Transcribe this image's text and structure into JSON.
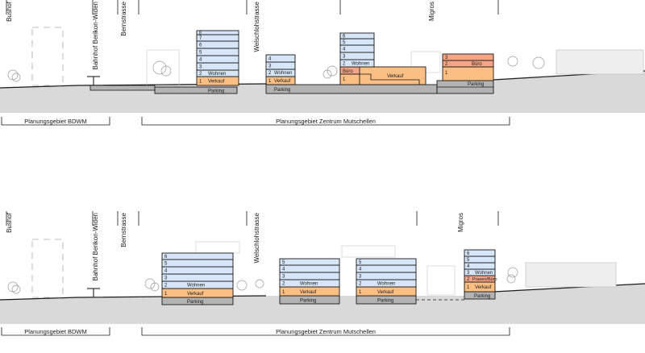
{
  "colors": {
    "wohnen": "#d6e6f8",
    "verkauf": "#fbbf83",
    "buero": "#f6a486",
    "parking": "#b3b3b3",
    "ground": "#d9d9d9",
    "outline": "#1a1a1a",
    "context": "#dcdcdc"
  },
  "sections": [
    {
      "id": "existing",
      "street_labels": [
        {
          "id": "bushof",
          "text": "Bushof"
        },
        {
          "id": "bahnhof",
          "text": "Bahnhof Berikon-Widen"
        },
        {
          "id": "bernstrasse",
          "text": "Bernstrasse"
        },
        {
          "id": "welschlohstrasse",
          "text": "Welschlohstrasse"
        },
        {
          "id": "migros",
          "text": "Migros"
        }
      ],
      "buildings": [
        {
          "id": "b1",
          "floors": [
            {
              "n": "1",
              "use": "Verkauf"
            },
            {
              "n": "2",
              "use": "Wohnen"
            },
            {
              "n": "3",
              "use": ""
            },
            {
              "n": "4",
              "use": ""
            },
            {
              "n": "5",
              "use": ""
            },
            {
              "n": "6",
              "use": ""
            },
            {
              "n": "7",
              "use": ""
            },
            {
              "n": "8",
              "use": ""
            }
          ],
          "parking": "Parking"
        },
        {
          "id": "b2",
          "floors": [
            {
              "n": "1",
              "use": "Verkauf"
            },
            {
              "n": "2",
              "use": "Wohnen"
            },
            {
              "n": "3",
              "use": ""
            },
            {
              "n": "4",
              "use": ""
            }
          ],
          "parking": "Parking"
        },
        {
          "id": "b3",
          "floors": [
            {
              "n": "1",
              "use": ""
            },
            {
              "n": "2",
              "use": "Wohnen"
            },
            {
              "n": "3",
              "use": ""
            },
            {
              "n": "4",
              "use": ""
            },
            {
              "n": "5",
              "use": ""
            },
            {
              "n": "6",
              "use": ""
            }
          ],
          "annex_buero": "Büro",
          "annex_verkauf": "Verkauf"
        },
        {
          "id": "b4",
          "floors": [
            {
              "n": "1",
              "use": ""
            },
            {
              "n": "2",
              "use": "Büro"
            },
            {
              "n": "3",
              "use": ""
            }
          ],
          "parking": "Parking"
        }
      ],
      "zones": [
        {
          "id": "bdwm",
          "label": "Planungsgebiet BDWM"
        },
        {
          "id": "zentrum",
          "label": "Planungsgebiet Zentrum Mutschellen"
        }
      ]
    },
    {
      "id": "proposed",
      "street_labels": [
        {
          "id": "bushof",
          "text": "Bushof"
        },
        {
          "id": "bahnhof",
          "text": "Bahnhof Berikon-Widen"
        },
        {
          "id": "bernstrasse",
          "text": "Bernstrasse"
        },
        {
          "id": "welschlohstrasse",
          "text": "Welschlohstrasse"
        },
        {
          "id": "migros",
          "text": "Migros"
        }
      ],
      "buildings": [
        {
          "id": "p1",
          "floors": [
            {
              "n": "1",
              "use": "Verkauf"
            },
            {
              "n": "2",
              "use": "Wohnen"
            },
            {
              "n": "3",
              "use": ""
            },
            {
              "n": "4",
              "use": ""
            },
            {
              "n": "5",
              "use": ""
            },
            {
              "n": "6",
              "use": ""
            }
          ],
          "parking": "Parking"
        },
        {
          "id": "p2",
          "floors": [
            {
              "n": "1",
              "use": "Verkauf"
            },
            {
              "n": "2",
              "use": "Wohnen"
            },
            {
              "n": "3",
              "use": ""
            },
            {
              "n": "4",
              "use": ""
            },
            {
              "n": "5",
              "use": ""
            }
          ],
          "parking": "Parking"
        },
        {
          "id": "p3",
          "floors": [
            {
              "n": "1",
              "use": "Verkauf"
            },
            {
              "n": "2",
              "use": "Wohnen"
            },
            {
              "n": "3",
              "use": ""
            },
            {
              "n": "4",
              "use": ""
            },
            {
              "n": "5",
              "use": ""
            }
          ],
          "parking": "Parking"
        },
        {
          "id": "p4",
          "floors": [
            {
              "n": "1",
              "use": "Verkauf"
            },
            {
              "n": "2",
              "use": "Praxen/Büro"
            },
            {
              "n": "3",
              "use": "Wohnen"
            },
            {
              "n": "4",
              "use": ""
            },
            {
              "n": "5",
              "use": ""
            },
            {
              "n": "6",
              "use": ""
            }
          ],
          "parking": "Parking"
        }
      ],
      "zones": [
        {
          "id": "bdwm",
          "label": "Planungsgebiet BDWM"
        },
        {
          "id": "zentrum",
          "label": "Planungsgebiet Zentrum Mutschellen"
        }
      ]
    }
  ]
}
